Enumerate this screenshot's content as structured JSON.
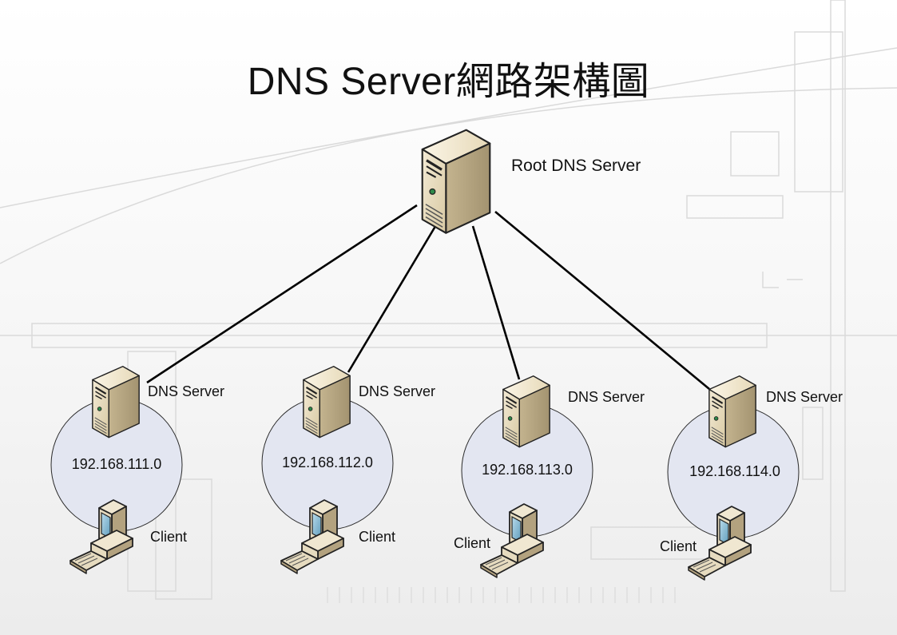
{
  "title": "DNS Server網路架構圖",
  "root": {
    "label": "Root DNS Server",
    "icon": "tower-server-icon"
  },
  "networks": [
    {
      "server_label": "DNS Server",
      "subnet": "192.168.111.0",
      "client_label": "Client"
    },
    {
      "server_label": "DNS Server",
      "subnet": "192.168.112.0",
      "client_label": "Client"
    },
    {
      "server_label": "DNS Server",
      "subnet": "192.168.113.0",
      "client_label": "Client"
    },
    {
      "server_label": "DNS Server",
      "subnet": "192.168.114.0",
      "client_label": "Client"
    }
  ],
  "colors": {
    "subnet_fill": "#e3e6f1",
    "subnet_stroke": "#2a2a2a",
    "link": "#000000",
    "server_body": "#e8dcc0",
    "server_side": "#b8a887",
    "monitor_screen": "#7fb4cf"
  }
}
